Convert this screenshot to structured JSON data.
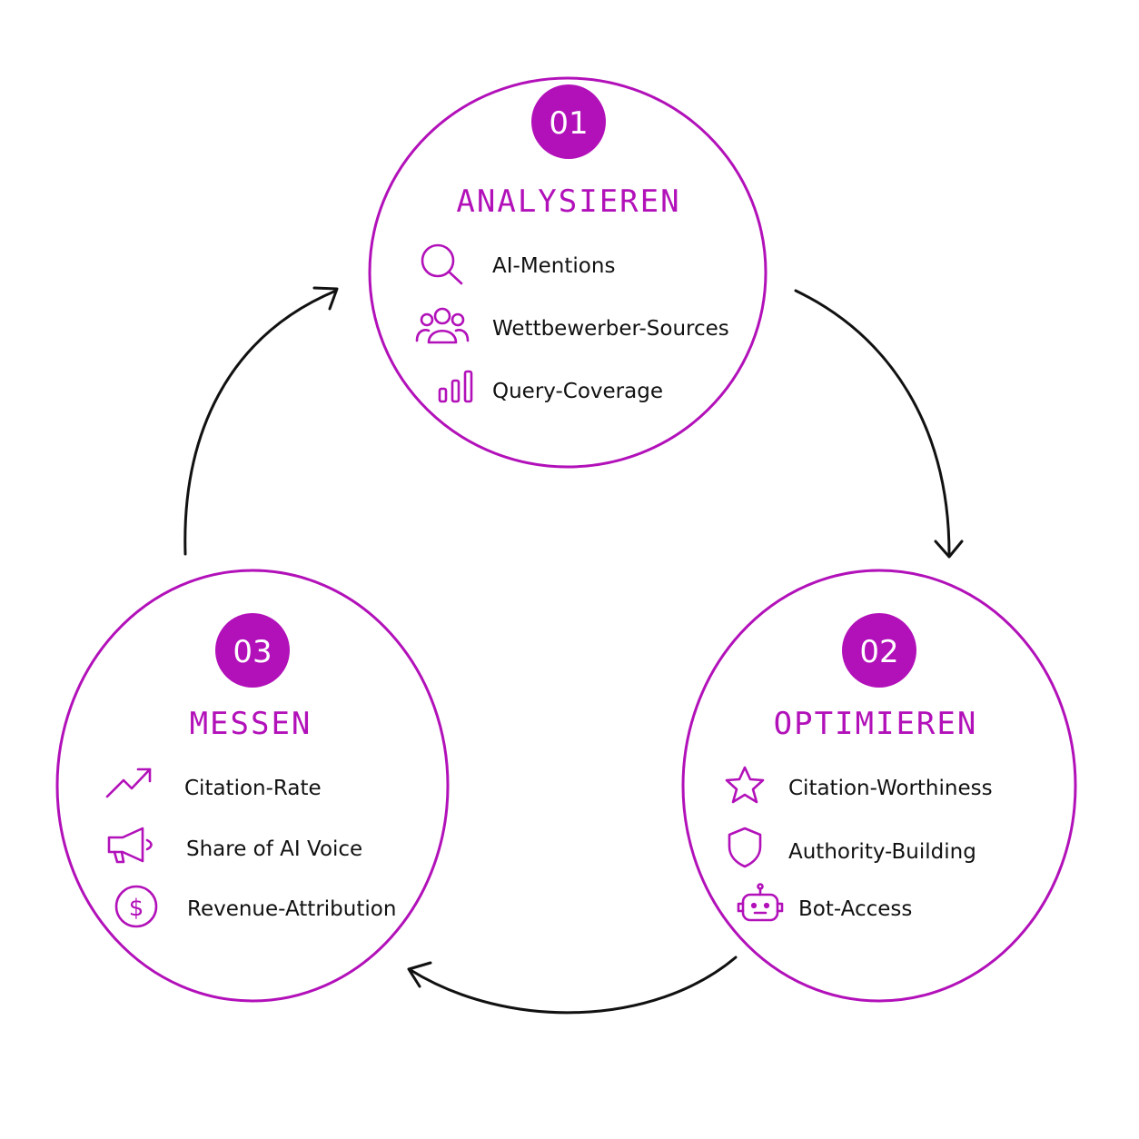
{
  "colors": {
    "accent": "#b211b9",
    "arrow": "#111111",
    "background": "#ffffff"
  },
  "stages": [
    {
      "number": "01",
      "title": "ANALYSIEREN",
      "items": [
        {
          "icon": "search-icon",
          "label": "AI-Mentions"
        },
        {
          "icon": "users-icon",
          "label": "Wettbewerber-Sources"
        },
        {
          "icon": "bar-chart-icon",
          "label": "Query-Coverage"
        }
      ]
    },
    {
      "number": "02",
      "title": "OPTIMIEREN",
      "items": [
        {
          "icon": "star-icon",
          "label": "Citation-Worthiness"
        },
        {
          "icon": "shield-icon",
          "label": "Authority-Building"
        },
        {
          "icon": "robot-icon",
          "label": "Bot-Access"
        }
      ]
    },
    {
      "number": "03",
      "title": "MESSEN",
      "items": [
        {
          "icon": "trending-up-icon",
          "label": "Citation-Rate"
        },
        {
          "icon": "megaphone-icon",
          "label": "Share of AI Voice"
        },
        {
          "icon": "dollar-circle-icon",
          "label": "Revenue-Attribution"
        }
      ]
    }
  ]
}
